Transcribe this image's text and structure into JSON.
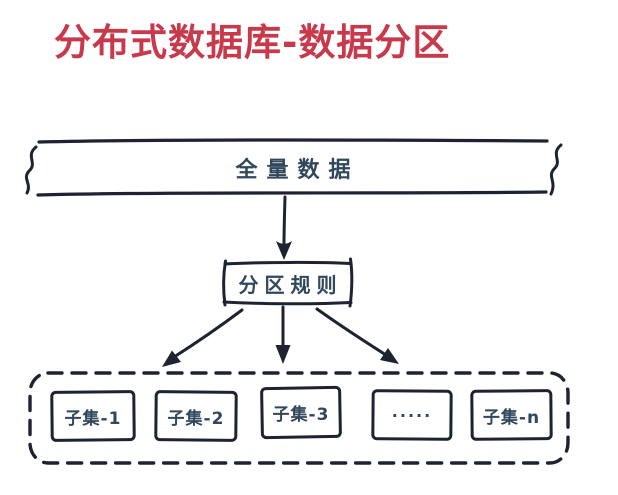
{
  "title": {
    "text": "分布式数据库-数据分区"
  },
  "colors": {
    "title": "#c8394b",
    "ink": "#1d2330",
    "label": "#31475c",
    "background": "#ffffff"
  },
  "diagram": {
    "source_label": "全量数据",
    "rule_label": "分区规则",
    "subsets": [
      {
        "label": "子集-1"
      },
      {
        "label": "子集-2"
      },
      {
        "label": "子集-3"
      },
      {
        "label": "·····"
      },
      {
        "label": "子集-n"
      }
    ]
  }
}
